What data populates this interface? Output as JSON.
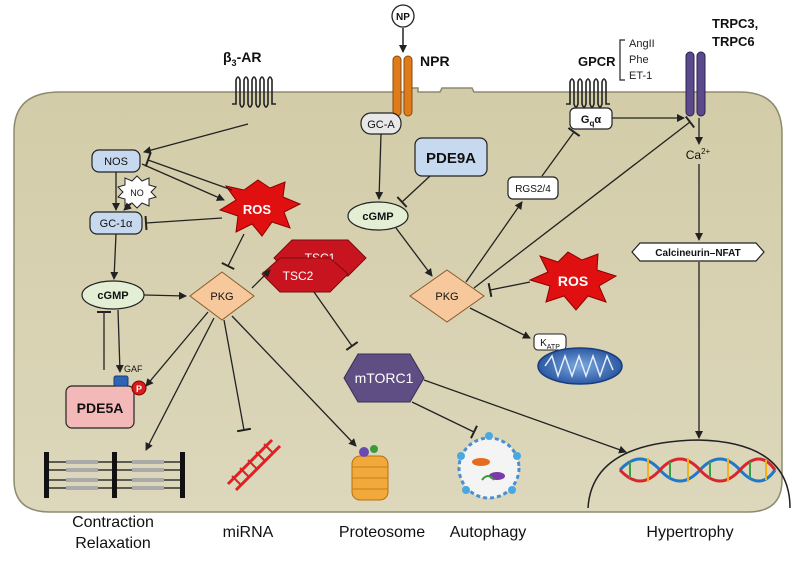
{
  "receptors": {
    "b3ar": {
      "main": "β",
      "sub": "3",
      "suffix": "-AR"
    },
    "np": "NP",
    "npr": "NPR",
    "gca": "GC-A",
    "gpcr": "GPCR",
    "ligands": [
      "AngII",
      "Phe",
      "ET-1"
    ],
    "trpc_line1": "TRPC3,",
    "trpc_line2": "TRPC6"
  },
  "nodes": {
    "nos": "NOS",
    "no": "NO",
    "gc1a": "GC-1α",
    "cgmp_left": "cGMP",
    "pkg_left": "PKG",
    "ros_left": "ROS",
    "tsc1": "TSC1",
    "tsc2": "TSC2",
    "pde9a": "PDE9A",
    "cgmp_mid": "cGMP",
    "pkg_mid": "PKG",
    "ros_right": "ROS",
    "mtorc1": "mTORC1",
    "gaf": "GAF",
    "phospho": "P",
    "pde5a": "PDE5A",
    "rgs": "RGS2/4",
    "gqa": {
      "main": "G",
      "sub": "q",
      "suffix": "α"
    },
    "katp": {
      "main": "K",
      "sub": "ATP"
    },
    "ca": {
      "main": "Ca",
      "sup": "2+"
    },
    "calcineurin": "Calcineurin–NFAT"
  },
  "outcomes": {
    "contraction": "Contraction",
    "relaxation": "Relaxation",
    "mirna": "miRNA",
    "proteosome": "Proteosome",
    "autophagy": "Autophagy",
    "hypertrophy": "Hypertrophy"
  },
  "colors": {
    "cell": "#d8d2b2",
    "cell_border": "#8e8a6e",
    "receptor_orange": "#e07b1a",
    "receptor_purple": "#5b4a8b",
    "node_blue": "#c7d9ef",
    "node_green": "#e3eed5",
    "pkg_orange": "#f6c89c",
    "ros_red": "#e01010",
    "tsc_red": "#c8141e",
    "mtorc_purple": "#5e4e84",
    "pde5a_pink": "#f3b9b9",
    "phospho_red": "#d81b1b",
    "mito_blue": "#2f63b4",
    "proteosome_orange": "#f2a93b",
    "mirna_red": "#e02121"
  }
}
